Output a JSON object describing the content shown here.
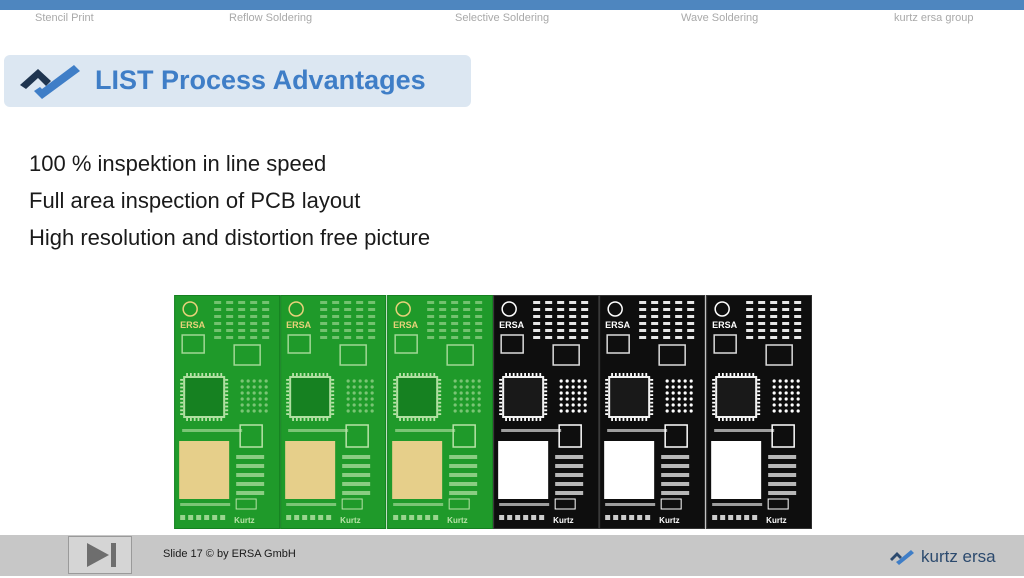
{
  "nav": {
    "items": [
      "Stencil Print",
      "Reflow Soldering",
      "Selective Soldering",
      "Wave Soldering",
      "kurtz ersa group"
    ]
  },
  "title": {
    "text": "LIST Process Advantages",
    "logo_icon": "check-swoosh-icon"
  },
  "bullets": [
    "100 % inspektion in line speed",
    "Full area inspection of PCB layout",
    "High resolution and distortion free picture"
  ],
  "images": {
    "pcb_color_count": 3,
    "pcb_bw_count": 3,
    "board_logo_text": "ERSA",
    "board_footer_text": "Kurtz"
  },
  "footer": {
    "slide_info": "Slide  17 © by ERSA GmbH",
    "next_icon": "skip-forward-icon",
    "brand_text": "kurtz ersa",
    "brand_icon": "check-swoosh-icon"
  },
  "colors": {
    "accent": "#4e86bf",
    "title": "#3f7ec7",
    "title_bg": "#dce7f2",
    "pcb_green": "#1f9a2a",
    "pcb_pad": "#e6cf8a",
    "footer_bg": "#c7c7c7"
  }
}
